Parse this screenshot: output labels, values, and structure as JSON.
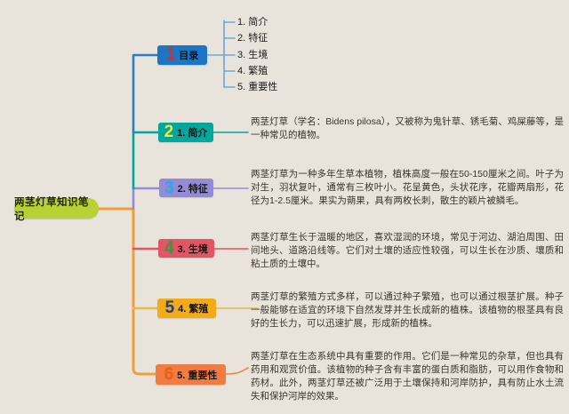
{
  "root": {
    "label": "两茎灯草知识笔记",
    "bg": "#b9d233",
    "text_color": "#23290a"
  },
  "colors": {
    "canvas_bg": "#e8e4db",
    "trunk_blue": "#2e7cc4",
    "trunk_teal": "#00a79b",
    "trunk_purple": "#938bd8",
    "trunk_orange": "#f59b3c",
    "branch_red": "#e25562",
    "branch_amber": "#ecb843",
    "branch_orange": "#f0854c",
    "bracket_blue": "#6aa7dd"
  },
  "branches": [
    {
      "num": "1",
      "num_color": "#d93025",
      "label": "目录",
      "bg": "#1d76c5",
      "children": [
        "1. 简介",
        "2. 特征",
        "3. 生境",
        "4. 繁殖",
        "5. 重要性"
      ]
    },
    {
      "num": "2",
      "num_color": "#f5e53d",
      "label": "1. 简介",
      "bg": "#00a79b",
      "note": "两茎灯草（学名：Bidens pilosa），又被称为鬼针草、锈毛菊、鸡屎藤等，是一种常见的植物。"
    },
    {
      "num": "3",
      "num_color": "#2ba9e8",
      "label": "2. 特征",
      "bg": "#938bd8",
      "note": "两茎灯草为一种多年生草本植物，植株高度一般在50-150厘米之间。叶子为对生，羽状复叶，通常有三枚叶小。花呈黄色，头状花序，花瓣两扇形，花径为1-2.5厘米。果实为蒴果，具有两枚长刺，散生的颖片被鳞毛。"
    },
    {
      "num": "4",
      "num_color": "#2d9e44",
      "label": "3. 生境",
      "bg": "#e25562",
      "note": "两茎灯草生长于温暖的地区，喜欢湿润的环境，常见于河边、湖泊周围、田间地头、道路沿线等。它们对土壤的适应性较强，可以生长在沙质、壤质和粘土质的土壤中。"
    },
    {
      "num": "5",
      "num_color": "#1c3f94",
      "label": "4. 繁殖",
      "bg": "#f3ab17",
      "note": "两茎灯草的繁殖方式多样，可以通过种子繁殖，也可以通过根茎扩展。种子一般能够在适宜的环境下自然发芽并生长成新的植株。该植物的根茎具有良好的生长力，可以迅速扩展，形成新的植株。"
    },
    {
      "num": "6",
      "num_color": "#ee5f12",
      "label": "5. 重要性",
      "bg": "#f07c44",
      "note": "两茎灯草在生态系统中具有重要的作用。它们是一种常见的杂草，但也具有药用和观赏价值。该植物的种子含有丰富的蛋白质和脂肪，可以用作食物和药材。此外，两茎灯草还被广泛用于土壤保持和河岸防护，具有防止水土流失和保护河岸的效果。"
    }
  ]
}
